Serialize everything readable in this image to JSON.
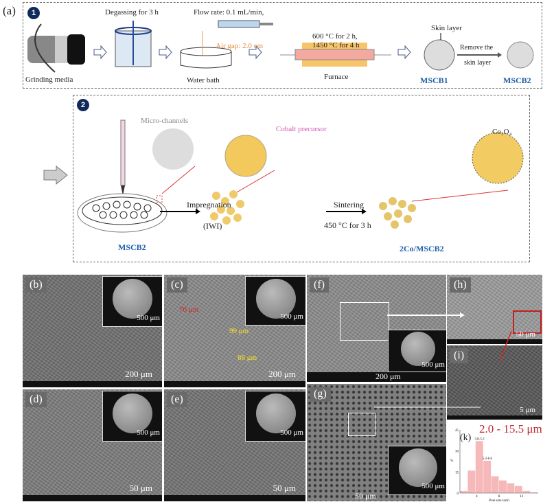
{
  "panel_a": {
    "label": "(a)",
    "step1": {
      "badge": "1",
      "degassing": "Degassing for 3 h",
      "flow_rate": "Flow rate: 0.1 mL/min,",
      "air_gap": "Air gap: 2.0 cm",
      "grinding": "Grinding media",
      "water_bath": "Water bath",
      "furnace_temp1": "600 °C for 2 h,",
      "furnace_temp2": "1450 °C for 4 h",
      "furnace": "Furnace",
      "skin_layer": "Skin layer",
      "remove1": "Remove the",
      "remove2": "skin layer",
      "mscb1": "MSCB1",
      "mscb2": "MSCB2"
    },
    "step2": {
      "badge": "2",
      "micro_channels": "Micro-channels",
      "cobalt": "Cobalt precursor",
      "co3o4": "Co₃O₄",
      "impregnation": "Impregnation",
      "iwi": "(IWI)",
      "sintering": "Sintering",
      "sinter_temp": "450 °C for 3 h",
      "mscb2": "MSCB2",
      "product": "2Co/MSCB2"
    }
  },
  "sem": {
    "b": {
      "label": "(b)",
      "scale": "200 μm",
      "inset_scale": "500 μm"
    },
    "c": {
      "label": "(c)",
      "scale": "200 μm",
      "inset_scale": "500 μm",
      "m1": "70 μm",
      "m2": "99 μm",
      "m3": "86 μm"
    },
    "d": {
      "label": "(d)",
      "scale": "50 μm",
      "inset_scale": "500 μm"
    },
    "e": {
      "label": "(e)",
      "scale": "50 μm",
      "inset_scale": "500 μm"
    },
    "f": {
      "label": "(f)",
      "scale": "200 μm",
      "inset_scale": "500 μm"
    },
    "g": {
      "label": "(g)",
      "scale": "50 μm",
      "inset_scale": "500 μm"
    },
    "h": {
      "label": "(h)",
      "scale": "50 μm"
    },
    "i": {
      "label": "(i)",
      "scale": "5 μm"
    }
  },
  "chart_data": {
    "type": "bar",
    "label": "(k)",
    "title": "2.0 - 15.5 μm",
    "xlabel": "Pore size (μm)",
    "ylabel": "%",
    "ylim": [
      0,
      45
    ],
    "xlim": [
      1,
      15
    ],
    "yticks": [
      0,
      15,
      30,
      45
    ],
    "xticks": [
      4,
      8,
      12
    ],
    "bins": [
      [
        1.0,
        2.4
      ],
      [
        2.4,
        3.8
      ],
      [
        3.8,
        5.2
      ],
      [
        5.2,
        6.6
      ],
      [
        6.6,
        8.0
      ],
      [
        8.0,
        9.4
      ],
      [
        9.4,
        10.8
      ],
      [
        10.8,
        12.2
      ],
      [
        12.2,
        13.6
      ],
      [
        13.6,
        15.0
      ]
    ],
    "values": [
      1.5,
      16,
      37,
      23,
      12,
      9,
      7,
      5,
      1.5,
      0.5
    ],
    "data_labels": {
      "2": "3.8-5.2",
      "3": "5.2-6.6"
    },
    "color": "#f6b8b8",
    "title_color": "#c0282d"
  }
}
